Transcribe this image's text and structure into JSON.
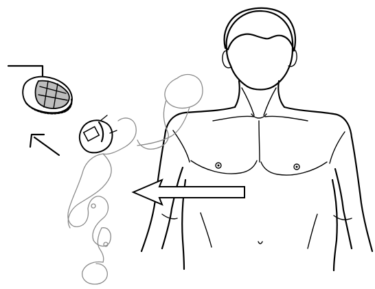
{
  "image": {
    "background": "#ffffff",
    "ink_color": "#000000",
    "tract_color": "#8a8a8a"
  },
  "figure": {
    "subject": "human-torso",
    "organs": [
      "esophagus",
      "stomach",
      "duodenum",
      "small-intestine",
      "colon"
    ],
    "callouts": [
      "enlarged-organ-section",
      "pointer-arrow",
      "hollow-arrow"
    ],
    "labels": []
  }
}
